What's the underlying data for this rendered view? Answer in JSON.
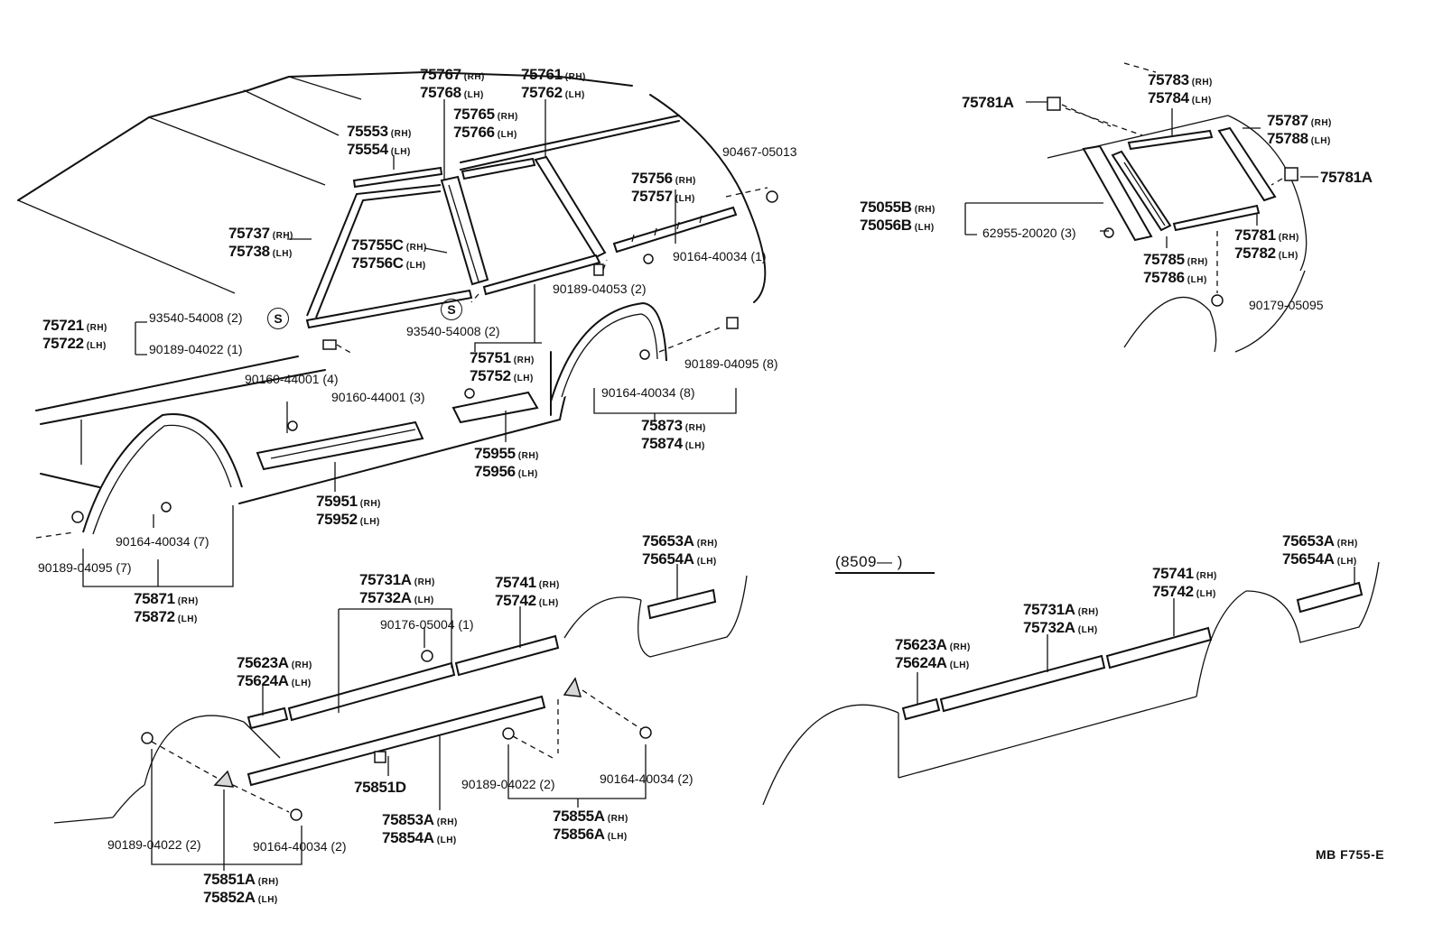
{
  "doc_code": "MB  F755-E",
  "period": "(8509—      )",
  "parts": [
    {
      "id": "p75767",
      "rh": "75767",
      "lh": "75768"
    },
    {
      "id": "p75761",
      "rh": "75761",
      "lh": "75762"
    },
    {
      "id": "p75765",
      "rh": "75765",
      "lh": "75766"
    },
    {
      "id": "p75553",
      "rh": "75553",
      "lh": "75554"
    },
    {
      "id": "p75737",
      "rh": "75737",
      "lh": "75738"
    },
    {
      "id": "p75755C",
      "rh": "75755C",
      "lh": "75756C"
    },
    {
      "id": "p75756",
      "rh": "75756",
      "lh": "75757"
    },
    {
      "id": "p75721",
      "rh": "75721",
      "lh": "75722"
    },
    {
      "id": "p75751",
      "rh": "75751",
      "lh": "75752"
    },
    {
      "id": "p75955",
      "rh": "75955",
      "lh": "75956"
    },
    {
      "id": "p75951",
      "rh": "75951",
      "lh": "75952"
    },
    {
      "id": "p75873",
      "rh": "75873",
      "lh": "75874"
    },
    {
      "id": "p75871",
      "rh": "75871",
      "lh": "75872"
    },
    {
      "id": "p75783",
      "rh": "75783",
      "lh": "75784"
    },
    {
      "id": "p75787",
      "rh": "75787",
      "lh": "75788"
    },
    {
      "id": "p75055B",
      "rh": "75055B",
      "lh": "75056B"
    },
    {
      "id": "p75785",
      "rh": "75785",
      "lh": "75786"
    },
    {
      "id": "p75781",
      "rh": "75781",
      "lh": "75782"
    },
    {
      "id": "p75731A_l",
      "rh": "75731A",
      "lh": "75732A"
    },
    {
      "id": "p75741_l",
      "rh": "75741",
      "lh": "75742"
    },
    {
      "id": "p75653A_l",
      "rh": "75653A",
      "lh": "75654A"
    },
    {
      "id": "p75623A_l",
      "rh": "75623A",
      "lh": "75624A"
    },
    {
      "id": "p75853A",
      "rh": "75853A",
      "lh": "75854A"
    },
    {
      "id": "p75855A",
      "rh": "75855A",
      "lh": "75856A"
    },
    {
      "id": "p75851A",
      "rh": "75851A",
      "lh": "75852A"
    },
    {
      "id": "p75731A_r",
      "rh": "75731A",
      "lh": "75732A"
    },
    {
      "id": "p75741_r",
      "rh": "75741",
      "lh": "75742"
    },
    {
      "id": "p75653A_r",
      "rh": "75653A",
      "lh": "75654A"
    },
    {
      "id": "p75623A_r",
      "rh": "75623A",
      "lh": "75624A"
    }
  ],
  "rh_suffix": "(RH)",
  "lh_suffix": "(LH)",
  "single_parts": {
    "p75781A_a": "75781A",
    "p75781A_b": "75781A",
    "p75851D": "75851D"
  },
  "fasteners": {
    "f90467": "90467-05013",
    "f90164_1": "90164-40034 (1)",
    "f90189_04053": "90189-04053 (2)",
    "f93540_a": "93540-54008 (2)",
    "f93540_b": "93540-54008 (2)",
    "f90189_04022_1": "90189-04022 (1)",
    "f90160_4": "90160-44001 (4)",
    "f90160_3": "90160-44001 (3)",
    "f90189_04095_8": "90189-04095 (8)",
    "f90164_8": "90164-40034 (8)",
    "f90164_7": "90164-40034 (7)",
    "f90189_04095_7": "90189-04095 (7)",
    "f62955": "62955-20020 (3)",
    "f90179": "90179-05095",
    "f90176": "90176-05004 (1)",
    "f90189_04022_2a": "90189-04022 (2)",
    "f90164_2a": "90164-40034 (2)",
    "f90189_04022_2b": "90189-04022 (2)",
    "f90164_2b": "90164-40034 (2)"
  },
  "symbols": {
    "s_a": "S",
    "s_b": "S"
  }
}
